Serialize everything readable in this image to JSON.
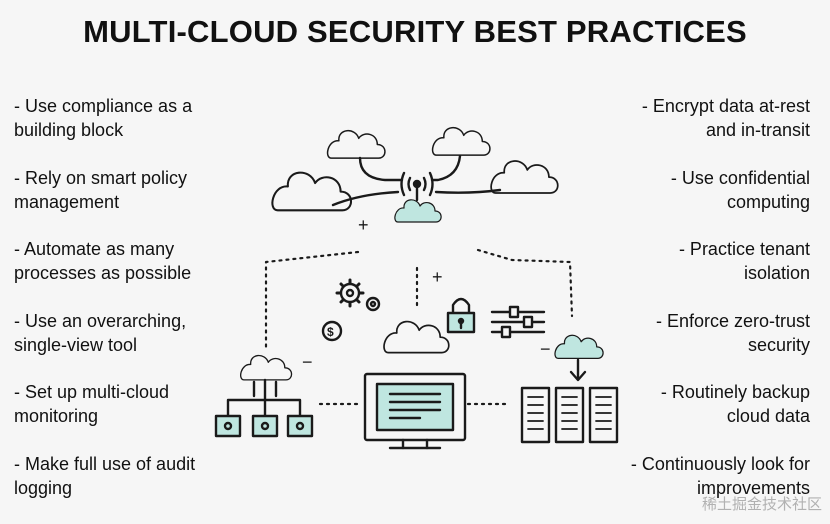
{
  "title": "MULTI-CLOUD SECURITY BEST PRACTICES",
  "left_items": [
    {
      "line1": "- Use compliance as a",
      "line2": "building block"
    },
    {
      "line1": "- Rely on smart policy",
      "line2": "management"
    },
    {
      "line1": "- Automate as many",
      "line2": "processes as possible"
    },
    {
      "line1": "- Use an overarching,",
      "line2": "single-view tool"
    },
    {
      "line1": "- Set up multi-cloud",
      "line2": "monitoring"
    },
    {
      "line1": "- Make full use of audit",
      "line2": "logging"
    }
  ],
  "right_items": [
    {
      "line1": "- Encrypt data at-rest",
      "line2": "and in-transit"
    },
    {
      "line1": "- Use confidential",
      "line2": "computing"
    },
    {
      "line1": "- Practice tenant",
      "line2": "isolation"
    },
    {
      "line1": "- Enforce zero-trust",
      "line2": "security"
    },
    {
      "line1": "- Routinely backup",
      "line2": "cloud data"
    },
    {
      "line1": "- Continuously look for",
      "line2": "improvements"
    }
  ],
  "symbols": {
    "plus": "+",
    "minus": "−",
    "dollar": "$"
  },
  "watermark": "稀土掘金技术社区",
  "colors": {
    "accent": "#bfe6e0",
    "line": "#1a1a1a"
  }
}
